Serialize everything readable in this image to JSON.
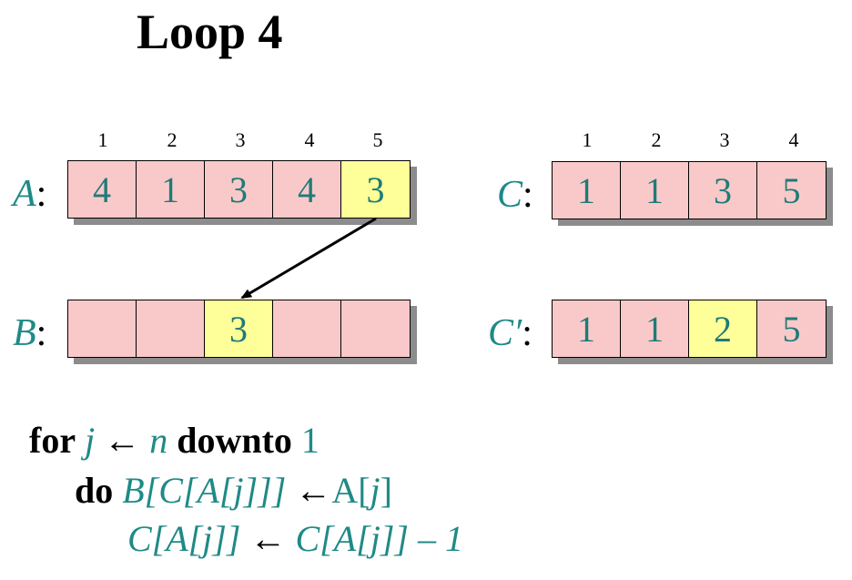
{
  "title": "Loop 4",
  "arrays": {
    "A": {
      "label": "A",
      "indices": [
        "1",
        "2",
        "3",
        "4",
        "5"
      ],
      "values": [
        "4",
        "1",
        "3",
        "4",
        "3"
      ],
      "highlight": 4
    },
    "B": {
      "label": "B",
      "values": [
        "",
        "",
        "3",
        "",
        ""
      ],
      "highlight": 2
    },
    "C": {
      "label": "C",
      "indices": [
        "1",
        "2",
        "3",
        "4"
      ],
      "values": [
        "1",
        "1",
        "3",
        "5"
      ],
      "highlight": -1
    },
    "Cp": {
      "label": "C′",
      "values": [
        "1",
        "1",
        "2",
        "5"
      ],
      "highlight": 2
    }
  },
  "code": {
    "line1": {
      "kw1": "for",
      "v1": "j",
      "op": "←",
      "v2": "n",
      "kw2": "downto",
      "num": "1"
    },
    "line2": {
      "kw": "do",
      "lhs": "B[C[A[j]]]",
      "op": "←",
      "rhs_a": "A[",
      "rhs_j": "j",
      "rhs_b": "]"
    },
    "line3": {
      "lhs": "C[A[j]]",
      "op": "←",
      "rhs": "C[A[j]] – 1"
    }
  },
  "colors": {
    "cell": "#f9c9c9",
    "highlight": "#ffff99",
    "teal": "#1f8a87"
  }
}
